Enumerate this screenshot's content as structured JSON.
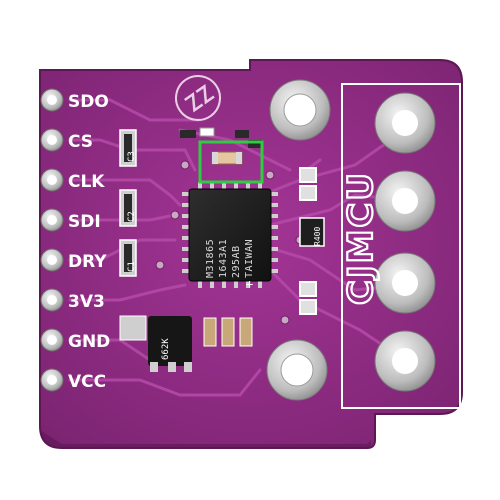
{
  "board": {
    "pins": [
      {
        "label": "SDO"
      },
      {
        "label": "CS"
      },
      {
        "label": "CLK"
      },
      {
        "label": "SDI"
      },
      {
        "label": "DRY"
      },
      {
        "label": "3V3"
      },
      {
        "label": "GND"
      },
      {
        "label": "VCC"
      }
    ],
    "chip_lines": [
      "M31865",
      "1643A1",
      "295AB",
      "TAIWAN"
    ],
    "brand": "CJMCU",
    "silk": {
      "c3": "C3",
      "c2": "C2",
      "c1": "C1",
      "r400": "R400",
      "plus": "+",
      "reg": "662K"
    },
    "colors": {
      "pcb": "#9a2f8c",
      "pcb_dark": "#6e1f64",
      "pad_gold": "#d6d6d6",
      "highlight": "#2ecc40"
    }
  }
}
